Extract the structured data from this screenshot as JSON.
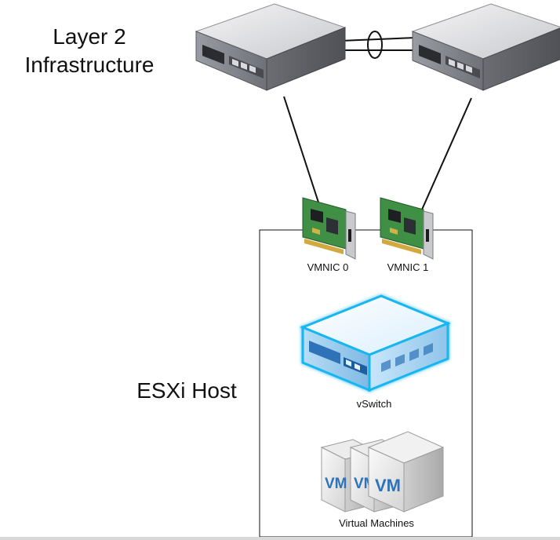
{
  "labels": {
    "layer2_line1": "Layer 2",
    "layer2_line2": "Infrastructure",
    "esxi_host": "ESXi Host",
    "vmnic0": "VMNIC 0",
    "vmnic1": "VMNIC 1",
    "vswitch": "vSwitch",
    "virtual_machines": "Virtual Machines",
    "vm_badge": "VM"
  },
  "colors": {
    "switch_body": "#7d7f86",
    "nic_board": "#3f8f45",
    "vswitch_glow": "#18b6f0",
    "vm_logo": "#2d73b8"
  },
  "icons": {
    "physical_switch": "network-switch-icon",
    "nic": "nic-card-icon",
    "virtual_switch": "vswitch-icon",
    "virtual_machine": "vm-cube-icon"
  }
}
